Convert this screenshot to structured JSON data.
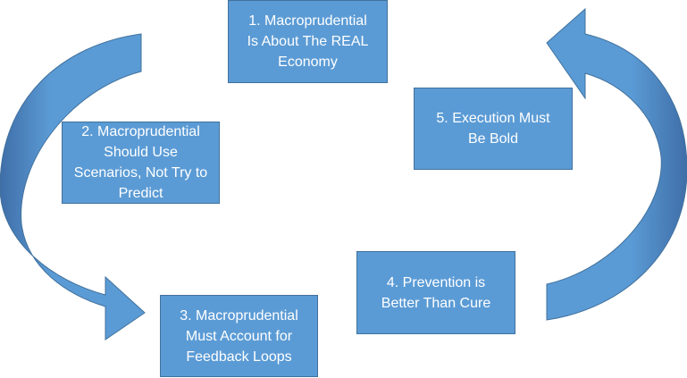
{
  "colors": {
    "box_fill": "#5b9bd5",
    "box_border": "#41719c",
    "box_text": "#ffffff",
    "arrow_fill": "#5b9bd5",
    "arrow_shade": "#3f6ea8"
  },
  "boxes": [
    {
      "lines": [
        "1. Macroprudential",
        "Is About The REAL",
        "Economy"
      ]
    },
    {
      "lines": [
        "2. Macroprudential",
        "Should Use",
        "Scenarios, Not Try to",
        "Predict"
      ]
    },
    {
      "lines": [
        "3. Macroprudential",
        "Must Account for",
        "Feedback Loops"
      ]
    },
    {
      "lines": [
        "4. Prevention is",
        "Better Than Cure"
      ]
    },
    {
      "lines": [
        "5. Execution Must",
        "Be Bold"
      ]
    }
  ],
  "arrows": [
    {
      "name": "left-curved-arrow",
      "direction": "counter-clockwise, pointing right toward box 3"
    },
    {
      "name": "right-curved-arrow",
      "direction": "counter-clockwise, pointing left toward top"
    }
  ]
}
